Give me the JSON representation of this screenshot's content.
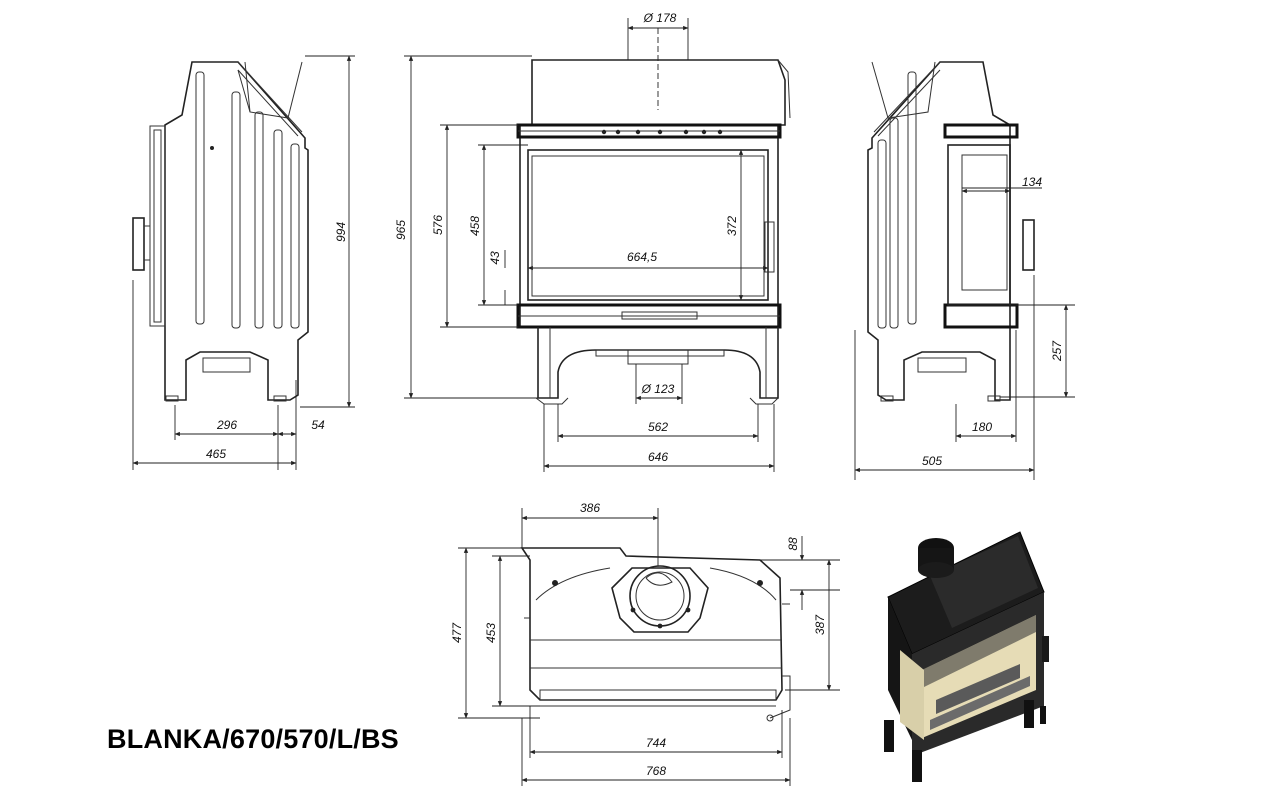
{
  "model_name": "BLANKA/670/570/L/BS",
  "dimensions": {
    "side_left": {
      "height": "994",
      "depth_feet": "296",
      "back_offset": "54",
      "overall_depth": "465"
    },
    "front": {
      "flue_diameter": "Ø 178",
      "overall_height": "965",
      "door_height": "576",
      "glass_height": "458",
      "glass_width_height": "372",
      "glass_width": "664,5",
      "bottom_offset": "43",
      "air_inlet": "Ø 123",
      "feet_span": "562",
      "overall_width": "646"
    },
    "side_right": {
      "glass_depth": "134",
      "leg_height": "257",
      "feet_offset": "180",
      "overall_depth": "505"
    },
    "top": {
      "flue_offset": "386",
      "front_offset": "88",
      "outer_depth": "477",
      "inner_depth": "453",
      "body_depth": "387",
      "body_width": "744",
      "overall_width": "768"
    }
  },
  "colors": {
    "line": "#222222",
    "body_dark": "#1a1a1a",
    "firebox_light": "#e6dcb6"
  }
}
